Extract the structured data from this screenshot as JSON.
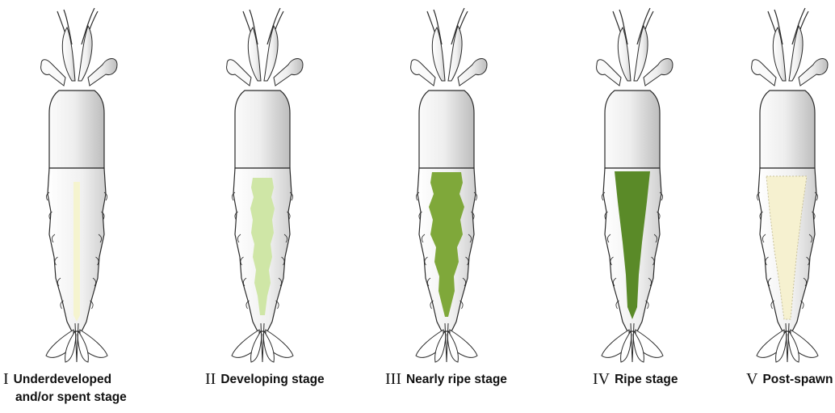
{
  "colors": {
    "body_fill": "#f2f2f2",
    "body_shade": "#c4c4c4",
    "outline": "#2a2a2a",
    "background": "#ffffff"
  },
  "stages": [
    {
      "numeral": "I",
      "label": "Underdeveloped",
      "label_line2": "and/or spent stage",
      "gonad_color": "#f5f4cf",
      "gonad_shape": "thin-strip"
    },
    {
      "numeral": "II",
      "label": "Developing stage",
      "label_line2": "",
      "gonad_color": "#cfe6a6",
      "gonad_shape": "lobed-band"
    },
    {
      "numeral": "III",
      "label": "Nearly ripe stage",
      "label_line2": "",
      "gonad_color": "#7fa83a",
      "gonad_shape": "lobed-wide"
    },
    {
      "numeral": "IV",
      "label": "Ripe stage",
      "label_line2": "",
      "gonad_color": "#5a8a28",
      "gonad_shape": "wedge"
    },
    {
      "numeral": "V",
      "label": "Post-spawn",
      "label_line2": "",
      "gonad_color": "#f6f1d0",
      "gonad_shape": "faded-wedge"
    }
  ]
}
